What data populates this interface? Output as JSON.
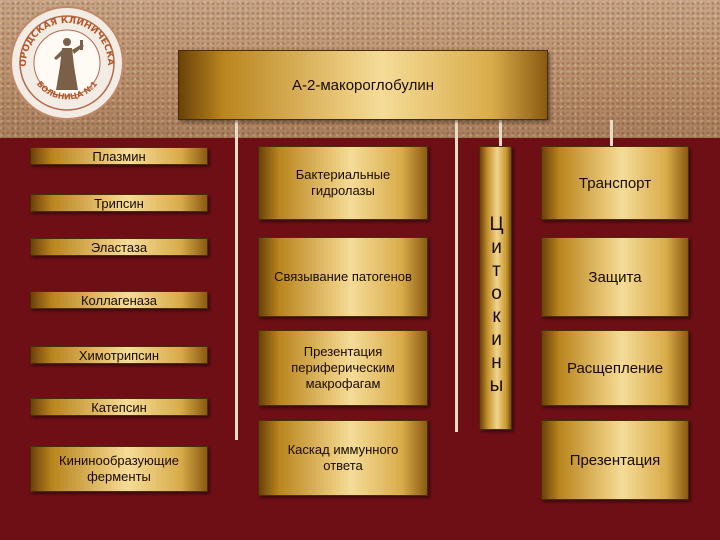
{
  "title": "А-2-макороглобулин",
  "enzymes": [
    "Плазмин",
    "Трипсин",
    "Эластаза",
    "Коллагеназа",
    "Химотрипсин",
    "Катепсин",
    "Кининообразующие ферменты"
  ],
  "middle": [
    "Бактериальные гидролазы",
    "Связывание патогенов",
    "Презентация периферическим макрофагам",
    "Каскад иммунного ответа"
  ],
  "vertical_label_letters": [
    "Ц",
    "и",
    "т",
    "о",
    "к",
    "и",
    "н",
    "ы"
  ],
  "functions": [
    "Транспорт",
    "Защита",
    "Расщепление",
    "Презентация"
  ],
  "logo": {
    "text_top": "ГОРОДСКАЯ КЛИНИЧЕСКАЯ",
    "text_bottom": "БОЛЬНИЦА №1"
  }
}
